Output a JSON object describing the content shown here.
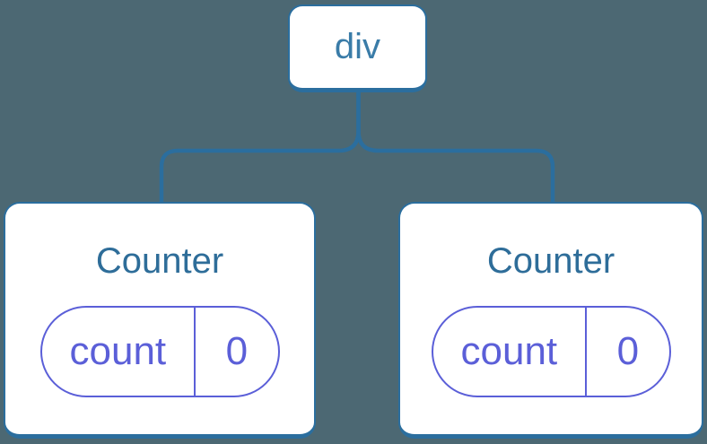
{
  "colors": {
    "background": "#4C6873",
    "line_blue": "#2B6E9E",
    "root_text": "#3A7CA8",
    "title_blue": "#2E6D99",
    "pill_purple": "#5B5FD8",
    "card_bg": "#FFFFFF"
  },
  "tree": {
    "root": {
      "label": "div"
    },
    "children": [
      {
        "title": "Counter",
        "state": {
          "key": "count",
          "value": "0"
        }
      },
      {
        "title": "Counter",
        "state": {
          "key": "count",
          "value": "0"
        }
      }
    ]
  }
}
